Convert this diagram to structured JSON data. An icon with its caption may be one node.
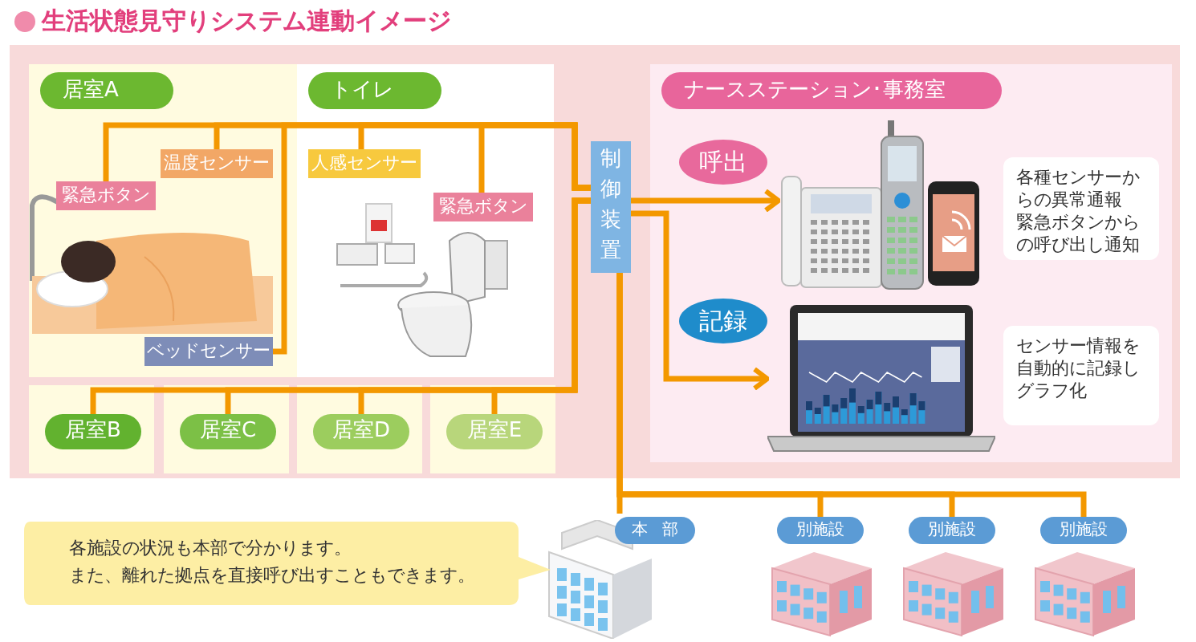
{
  "diagram": {
    "title": "生活状態見守りシステム連動イメージ",
    "nodes": [
      {
        "text": [
          "居室A"
        ]
      },
      {
        "text": [
          "トイレ"
        ]
      },
      {
        "text": [
          "緊急ボタン"
        ],
        "in": 0
      },
      {
        "text": [
          "温度センサー"
        ],
        "in": 0
      },
      {
        "text": [
          "ベッドセンサー"
        ],
        "in": 0
      },
      {
        "text": [
          "人感センサー"
        ],
        "in": 1
      },
      {
        "text": [
          "緊急ボタン"
        ],
        "in": 1
      },
      {
        "text": [
          "制御装置"
        ]
      },
      {
        "text": [
          "ナースステーション･事務室"
        ]
      },
      {
        "text": [
          "呼出"
        ],
        "in": 8
      },
      {
        "text": [],
        "shape": "picture",
        "in": 8
      },
      {
        "text": [
          "各種センサーからの異常通報",
          "緊急ボタンからの呼び出し通知"
        ],
        "in": 8
      },
      {
        "text": [
          "記録"
        ],
        "in": 8
      },
      {
        "text": [],
        "shape": "picture",
        "in": 8
      },
      {
        "text": [
          "センサー情報を自動的に記録しグラフ化"
        ],
        "in": 8
      },
      {
        "text": [
          "居室B"
        ]
      },
      {
        "text": [
          "居室C"
        ]
      },
      {
        "text": [
          "居室D"
        ]
      },
      {
        "text": [
          "居室E"
        ]
      },
      {
        "text": [
          "本部"
        ]
      },
      {
        "text": [
          "別施設"
        ]
      },
      {
        "text": [
          "別施設"
        ]
      },
      {
        "text": [
          "別施設"
        ]
      },
      {
        "text": [
          "各施設の状況も本部で分かります。",
          "また、離れた拠点を直接呼び出すこともできます。"
        ]
      }
    ],
    "edges": [
      {
        "from": 2,
        "to": 7,
        "arrow": "none"
      },
      {
        "from": 3,
        "to": 7,
        "arrow": "none"
      },
      {
        "from": 4,
        "to": 7,
        "arrow": "none"
      },
      {
        "from": 5,
        "to": 7,
        "arrow": "none"
      },
      {
        "from": 6,
        "to": 7,
        "arrow": "none"
      },
      {
        "from": 7,
        "to": 10,
        "arrow": "to"
      },
      {
        "from": 7,
        "to": 13,
        "arrow": "to"
      },
      {
        "from": 7,
        "to": 15,
        "arrow": "none"
      },
      {
        "from": 7,
        "to": 16,
        "arrow": "none"
      },
      {
        "from": 7,
        "to": 17,
        "arrow": "none"
      },
      {
        "from": 7,
        "to": 18,
        "arrow": "none"
      },
      {
        "from": 7,
        "to": 19,
        "arrow": "none"
      },
      {
        "from": 7,
        "to": 20,
        "arrow": "none"
      },
      {
        "from": 7,
        "to": 21,
        "arrow": "none"
      },
      {
        "from": 7,
        "to": 22,
        "arrow": "none"
      }
    ]
  }
}
